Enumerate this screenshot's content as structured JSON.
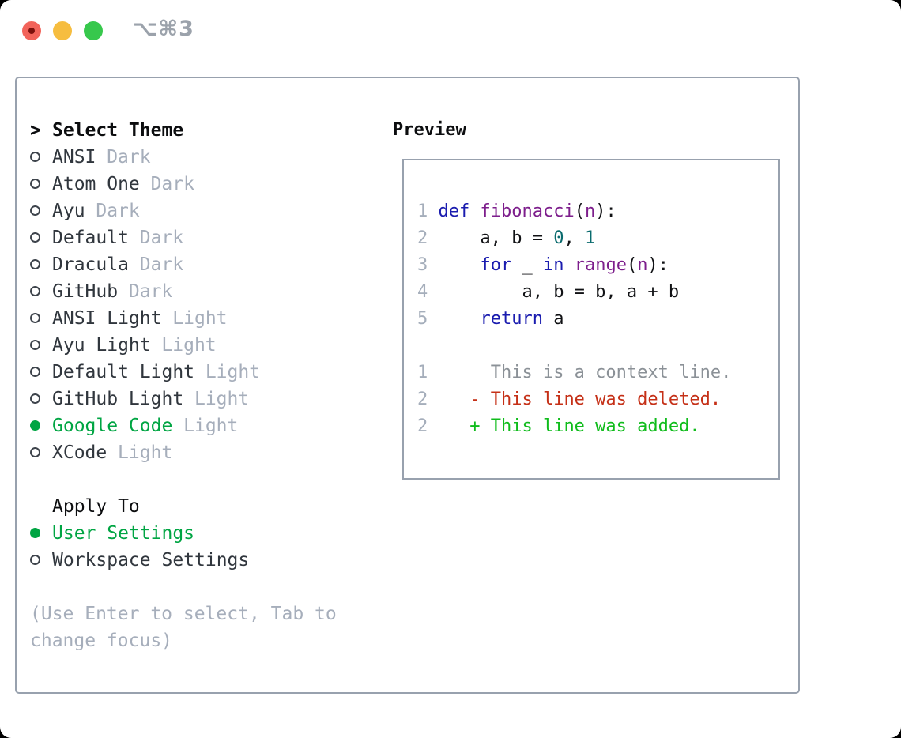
{
  "titlebar": {
    "shortcut_label": "⌥⌘3"
  },
  "ui": {
    "selection_green": "#00a543",
    "border_gray": "#98a1ae",
    "muted_gray": "#a6aebb",
    "item_text": "#30363d",
    "traffic_red": "#f2635a",
    "traffic_yellow": "#f6bd3f",
    "traffic_green": "#37c84c"
  },
  "theme_list": {
    "prompt": ">",
    "title": "Select Theme",
    "items": [
      {
        "name": "ANSI",
        "variant": "Dark",
        "selected": false
      },
      {
        "name": "Atom One",
        "variant": "Dark",
        "selected": false
      },
      {
        "name": "Ayu",
        "variant": "Dark",
        "selected": false
      },
      {
        "name": "Default",
        "variant": "Dark",
        "selected": false
      },
      {
        "name": "Dracula",
        "variant": "Dark",
        "selected": false
      },
      {
        "name": "GitHub",
        "variant": "Dark",
        "selected": false
      },
      {
        "name": "ANSI Light",
        "variant": "Light",
        "selected": false
      },
      {
        "name": "Ayu Light",
        "variant": "Light",
        "selected": false
      },
      {
        "name": "Default Light",
        "variant": "Light",
        "selected": false
      },
      {
        "name": "GitHub Light",
        "variant": "Light",
        "selected": false
      },
      {
        "name": "Google Code",
        "variant": "Light",
        "selected": true
      },
      {
        "name": "XCode",
        "variant": "Light",
        "selected": false
      }
    ]
  },
  "apply_to": {
    "title": "Apply To",
    "options": [
      {
        "label": "User Settings",
        "selected": true
      },
      {
        "label": "Workspace Settings",
        "selected": false
      }
    ]
  },
  "hint": {
    "line1": "(Use Enter to select, Tab to",
    "line2": "change focus)"
  },
  "preview": {
    "title": "Preview",
    "palette": {
      "num": "#a5aebb",
      "kwd": "#1a1caf",
      "typ": "#7d1e8c",
      "lit": "#0a6b6e",
      "pln": "#101114",
      "ctx": "#8b9197",
      "del": "#c53017",
      "add": "#10bc1c"
    },
    "code_lines": [
      [
        [
          "num",
          "1 "
        ],
        [
          "kwd",
          "def "
        ],
        [
          "typ",
          "fibonacci"
        ],
        [
          "pln",
          "("
        ],
        [
          "typ",
          "n"
        ],
        [
          "pln",
          "):"
        ]
      ],
      [
        [
          "num",
          "2 "
        ],
        [
          "pln",
          "    a, b = "
        ],
        [
          "lit",
          "0"
        ],
        [
          "pln",
          ", "
        ],
        [
          "lit",
          "1"
        ]
      ],
      [
        [
          "num",
          "3 "
        ],
        [
          "pln",
          "    "
        ],
        [
          "kwd",
          "for"
        ],
        [
          "pln",
          " _ "
        ],
        [
          "kwd",
          "in"
        ],
        [
          "pln",
          " "
        ],
        [
          "typ",
          "range"
        ],
        [
          "pln",
          "("
        ],
        [
          "typ",
          "n"
        ],
        [
          "pln",
          "):"
        ]
      ],
      [
        [
          "num",
          "4 "
        ],
        [
          "pln",
          "        a, b = b, a + b"
        ]
      ],
      [
        [
          "num",
          "5 "
        ],
        [
          "pln",
          "    "
        ],
        [
          "kwd",
          "return"
        ],
        [
          "pln",
          " a"
        ]
      ],
      [],
      [
        [
          "num",
          "1 "
        ],
        [
          "ctx",
          "     This is a context line."
        ]
      ],
      [
        [
          "num",
          "2 "
        ],
        [
          "del",
          "   - This line was deleted."
        ]
      ],
      [
        [
          "num",
          "2 "
        ],
        [
          "add",
          "   + This line was added."
        ]
      ]
    ]
  }
}
